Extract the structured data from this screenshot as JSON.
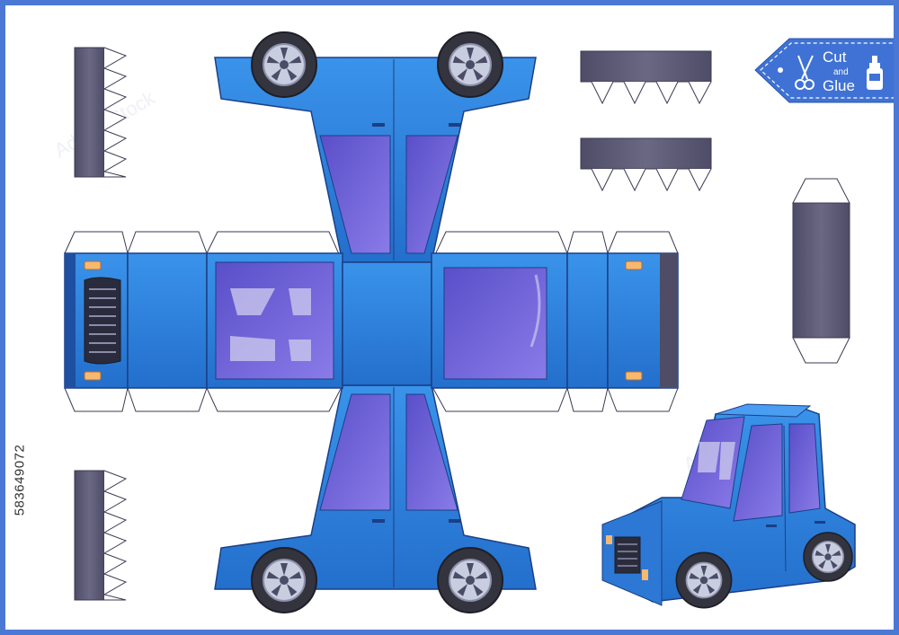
{
  "badge": {
    "line1": "Cut",
    "line2": "and",
    "line3": "Glue",
    "icons": [
      "scissors-icon",
      "glue-bottle-icon"
    ]
  },
  "stock_id": "583649072",
  "watermark": "Adobe Stock",
  "colors": {
    "frame": "#4a78d4",
    "car_body": "#2f86de",
    "car_body_dark": "#1f5fb8",
    "car_outline": "#1b3f86",
    "window": "#6e5fd6",
    "tab_gray": "#5c5a72",
    "wheel": "#3b3b4a",
    "rim": "#c9cde0",
    "headlight": "#f7b870"
  }
}
